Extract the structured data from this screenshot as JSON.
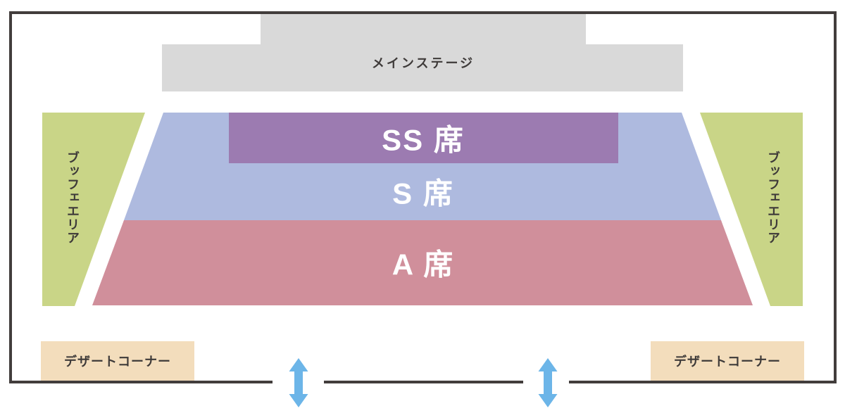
{
  "diagram": {
    "type": "venue-seating-map",
    "stage": {
      "label": "メインステージ",
      "color": "#d9d9d9"
    },
    "seat_zones": [
      {
        "id": "ss",
        "label": "SS 席",
        "color": "#9c7bb1"
      },
      {
        "id": "s",
        "label": "S 席",
        "color": "#aebadf"
      },
      {
        "id": "a",
        "label": "A 席",
        "color": "#d08f9b"
      }
    ],
    "buffet_areas": [
      {
        "side": "left",
        "label": "ブッフェエリア",
        "color": "#c9d587"
      },
      {
        "side": "right",
        "label": "ブッフェエリア",
        "color": "#c9d587"
      }
    ],
    "dessert_corners": [
      {
        "side": "left",
        "label": "デザートコーナー",
        "color": "#f3ddbc"
      },
      {
        "side": "right",
        "label": "デザートコーナー",
        "color": "#f3ddbc"
      }
    ],
    "entrances": {
      "arrow_color": "#6cb5e8"
    },
    "colors": {
      "outline": "#423d3c",
      "dark_text": "#3e3a39",
      "seat_label_text": "#ffffff",
      "background": "#ffffff"
    }
  }
}
